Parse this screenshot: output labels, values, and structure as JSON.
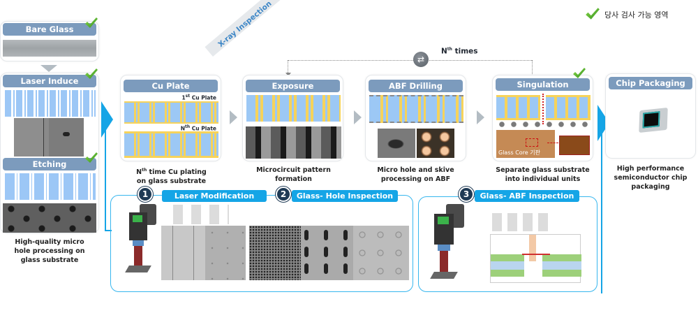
{
  "legend": {
    "label": "당사 검사 가능 영역",
    "icon": "check-icon"
  },
  "left_column": {
    "bare_glass": {
      "title": "Bare Glass",
      "checked": true
    },
    "laser_induce": {
      "title": "Laser Induce",
      "checked": true
    },
    "etching": {
      "title": "Etching",
      "checked": true
    },
    "caption": [
      "High-quality micro",
      "hole processing on",
      "glass substrate"
    ]
  },
  "xray_tag": "X-ray Inspection",
  "loop": {
    "label_main": "N",
    "label_sup": "th",
    "label_rest": " times",
    "icon": "repeat-icon"
  },
  "steps": [
    {
      "title": "Cu Plate",
      "labels": {
        "first": "1st Cu Plate",
        "first_n": "1",
        "first_sup": "st",
        "first_rest": " Cu Plate",
        "nth_n": "N",
        "nth_sup": "th",
        "nth_rest": " Cu Plate"
      },
      "caption_line1_n": "N",
      "caption_line1_sup": "th",
      "caption_line1_rest": " time  Cu plating",
      "caption_line2": "on glass substrate",
      "checked": false
    },
    {
      "title": "Exposure",
      "caption": [
        "Microcircuit pattern",
        "formation"
      ],
      "checked": false
    },
    {
      "title": "ABF Drilling",
      "caption": [
        "Micro hole and skive",
        "processing on ABF"
      ],
      "checked": false
    },
    {
      "title": "Singulation",
      "caption": [
        "Separate glass substrate",
        "into individual units"
      ],
      "checked": true,
      "inset_label": "Glass Core 기판"
    },
    {
      "title": "Chip Packaging",
      "caption": [
        "High performance",
        "semiconductor chip",
        "packaging"
      ],
      "checked": false
    }
  ],
  "inspections": [
    {
      "number": "1",
      "title": "Laser Modification"
    },
    {
      "number": "2",
      "title": "Glass- Hole Inspection"
    },
    {
      "number": "3",
      "title": "Glass- ABF Inspection"
    }
  ],
  "colors": {
    "header_bg": "#7c9bbd",
    "accent_blue": "#15a5e6",
    "glass_blue": "#9cc8f5",
    "copper_gold": "#f6d35b",
    "check_green": "#4caf2a",
    "badge_navy": "#1f3a55"
  }
}
